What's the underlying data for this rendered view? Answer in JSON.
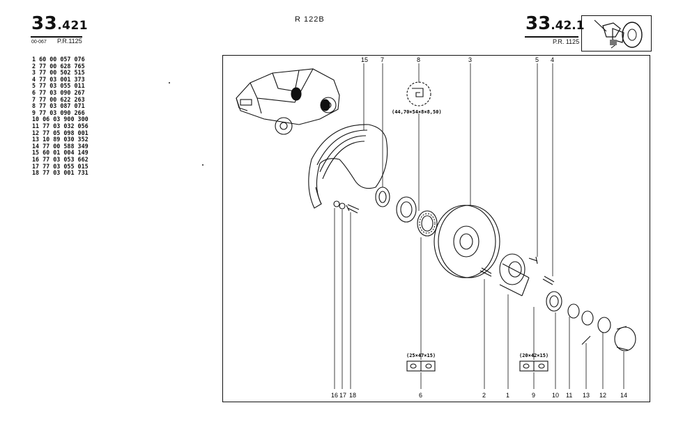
{
  "header": {
    "left_number_main": "33",
    "left_number_sub": ".421",
    "left_code": "00-067",
    "left_pr": "P.R.1125",
    "model": "R 122B",
    "right_number_main": "33",
    "right_number_sub": ".42.1",
    "right_pr": "P.R. 1125"
  },
  "parts": [
    {
      "no": "1",
      "ref": "60 00 057 076"
    },
    {
      "no": "2",
      "ref": "77 00 628 765"
    },
    {
      "no": "3",
      "ref": "77 00 502 515"
    },
    {
      "no": "4",
      "ref": "77 03 001 373"
    },
    {
      "no": "5",
      "ref": "77 03 055 011"
    },
    {
      "no": "6",
      "ref": "77 03 090 267"
    },
    {
      "no": "7",
      "ref": "77 00 622 263"
    },
    {
      "no": "8",
      "ref": "77 03 087 071"
    },
    {
      "no": "9",
      "ref": "77 03 090 266"
    },
    {
      "no": "10",
      "ref": "06 03 900 300"
    },
    {
      "no": "11",
      "ref": "77 03 032 056"
    },
    {
      "no": "12",
      "ref": "77 05 098 001"
    },
    {
      "no": "13",
      "ref": "10 89 030 352"
    },
    {
      "no": "14",
      "ref": "77 00 588 349"
    },
    {
      "no": "15",
      "ref": "60 01 004 149"
    },
    {
      "no": "16",
      "ref": "77 03 053 662"
    },
    {
      "no": "17",
      "ref": "77 03 055 015"
    },
    {
      "no": "18",
      "ref": "77 03 001 731"
    }
  ],
  "diagram": {
    "top_labels": [
      "15",
      "7",
      "8",
      "3",
      "5",
      "4"
    ],
    "bottom_labels": [
      "16",
      "17",
      "18",
      "6",
      "2",
      "1",
      "9",
      "10",
      "11",
      "13",
      "12",
      "14"
    ],
    "dim_seal": "(44,70×54×8×8,50)",
    "dim_bearing_6": "(25×47×15)",
    "dim_bearing_9": "(20×42×15)"
  }
}
